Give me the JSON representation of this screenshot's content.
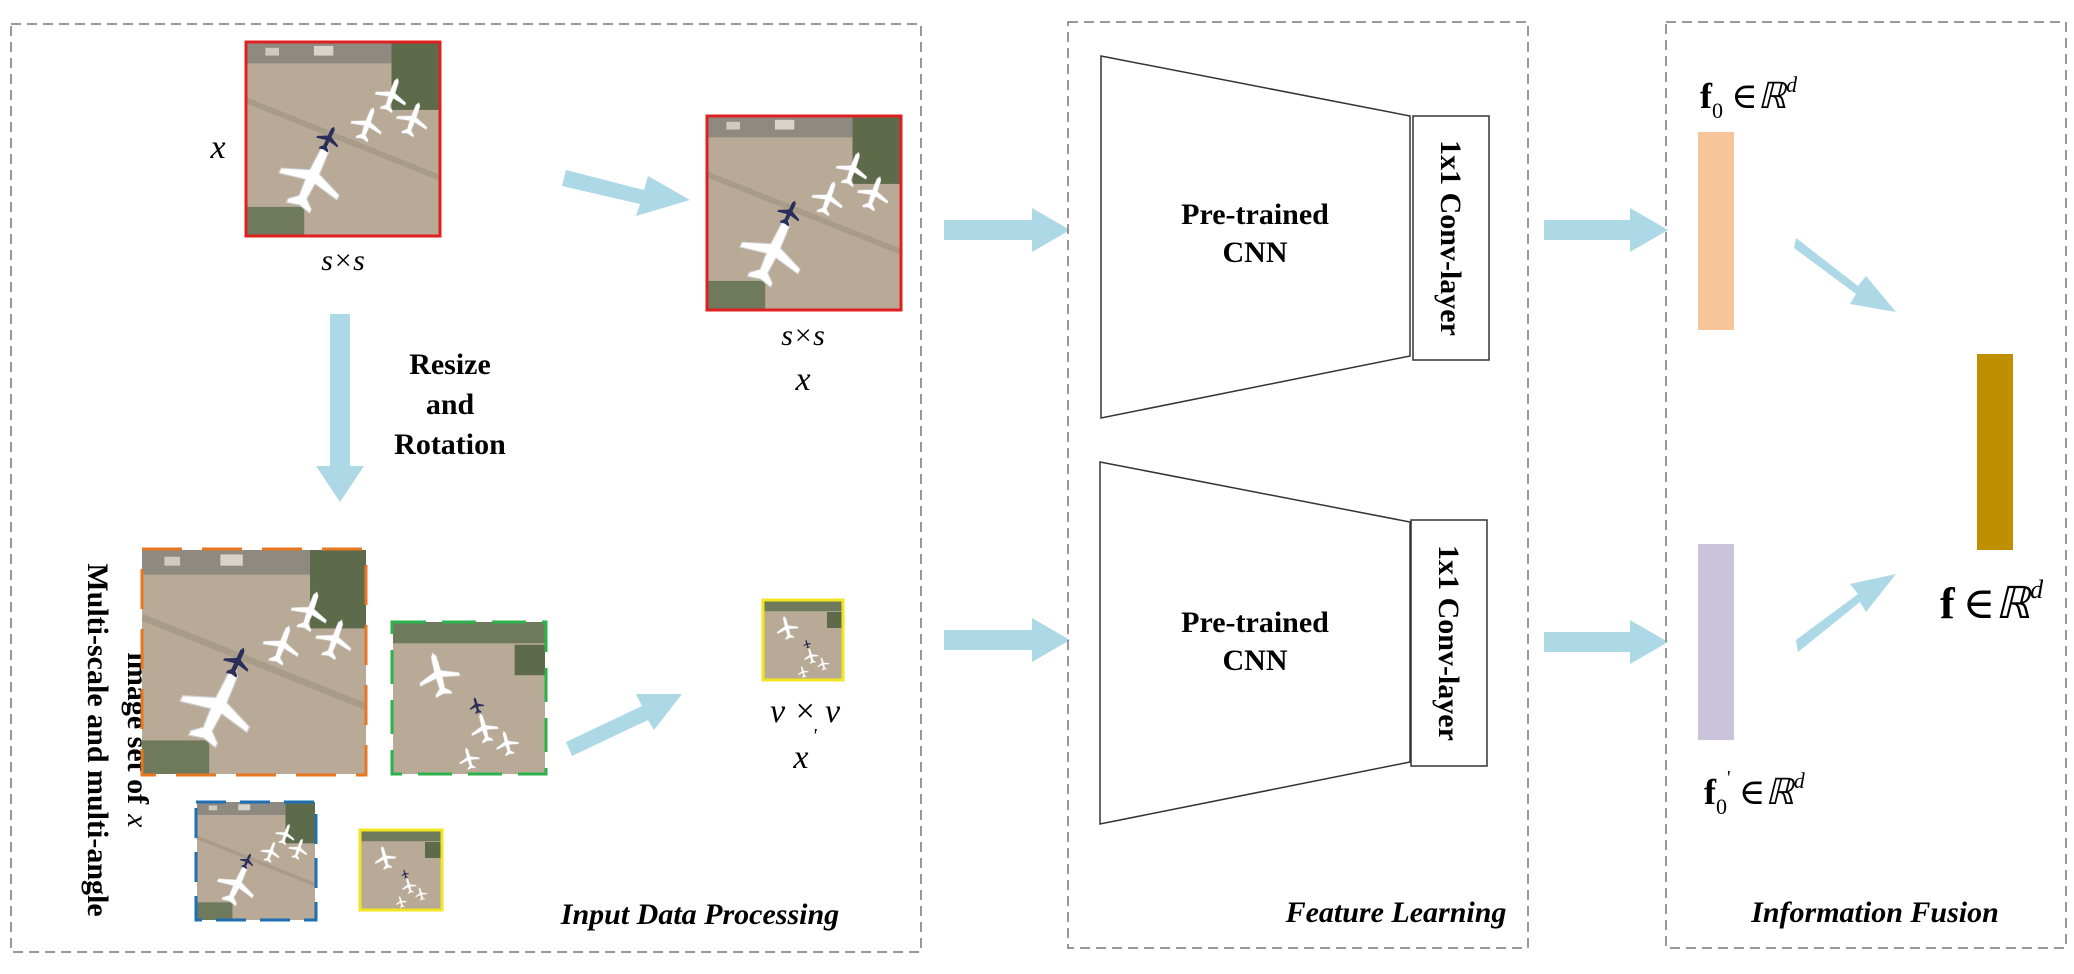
{
  "panels": {
    "input": {
      "title": "Input Data Processing"
    },
    "feature": {
      "title": "Feature Learning"
    },
    "fusion": {
      "title": "Information Fusion"
    }
  },
  "input_labels": {
    "x_original": "x",
    "size_original": "s×s",
    "size_copy": "s×s",
    "x_copy": "x",
    "resize_line1": "Resize",
    "resize_line2": "and",
    "resize_line3": "Rotation",
    "set_line1": "Multi-scale and multi-angle",
    "set_line2": "image set of",
    "set_var": "x",
    "size_small": "v × v",
    "x_prime": "x",
    "x_prime_mark": "'"
  },
  "networks": [
    {
      "cnn_line1": "Pre-trained",
      "cnn_line2": "CNN",
      "conv_label": "1x1 Conv-layer"
    },
    {
      "cnn_line1": "Pre-trained",
      "cnn_line2": "CNN",
      "conv_label": "1x1 Conv-layer"
    }
  ],
  "features": {
    "f0_bold": "f",
    "f0_sub": "0",
    "f0_rest": "∈ℝ",
    "f0_sup": "d",
    "f0p_bold": "f",
    "f0p_sub": "0",
    "f0p_prime": "'",
    "f0p_rest": "∈ℝ",
    "f0p_sup": "d",
    "f_bold": "f",
    "f_rest": "∈ℝ",
    "f_sup": "d"
  },
  "colors": {
    "arrow": "#add8e6",
    "frame_red": "#e02020",
    "frame_orange": "#e87722",
    "frame_green": "#2bb24c",
    "frame_blue": "#1f6fb5",
    "frame_yellow": "#f2e620",
    "feature_f0": "#f8c49a",
    "feature_f0p": "#cbc3dc",
    "feature_f": "#bf8f00",
    "tarmac": "#b8aa96",
    "grass": "#5d6b4a"
  }
}
